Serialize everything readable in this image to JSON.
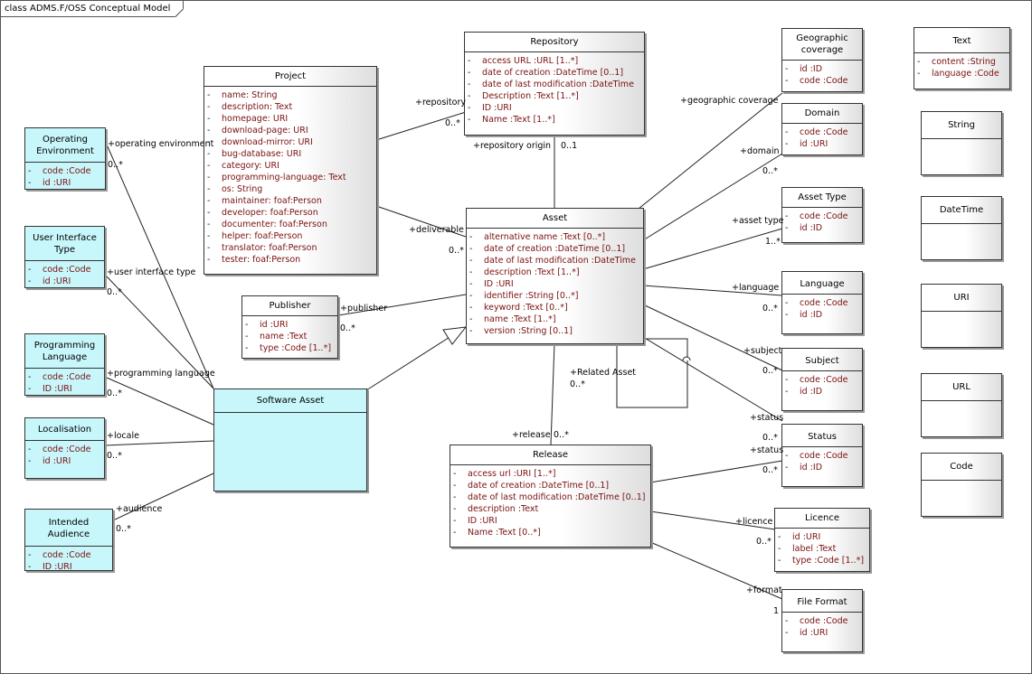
{
  "frame_title": "class ADMS.F/OSS Conceptual Model",
  "classes": {
    "project": {
      "name": "Project",
      "attrs": [
        "name: String",
        "description: Text",
        "homepage: URI",
        "download-page: URI",
        "download-mirror: URI",
        "bug-database: URI",
        "category: URI",
        "programming-language: Text",
        "os: String",
        "maintainer: foaf:Person",
        "developer: foaf:Person",
        "documenter: foaf:Person",
        "helper: foaf:Person",
        "translator: foaf:Person",
        "tester: foaf:Person"
      ]
    },
    "repository": {
      "name": "Repository",
      "attrs": [
        "access URL  :URL [1..*]",
        "date of creation  :DateTime [0..1]",
        "date of last modification  :DateTime",
        "Description  :Text [1..*]",
        "ID  :URI",
        "Name  :Text [1..*]"
      ]
    },
    "asset": {
      "name": "Asset",
      "attrs": [
        "alternative name  :Text [0..*]",
        "date of creation  :DateTime [0..1]",
        "date of last modification  :DateTime",
        "description  :Text [1..*]",
        "ID  :URI",
        "identifier  :String [0..*]",
        "keyword  :Text [0..*]",
        "name  :Text [1..*]",
        "version  :String [0..1]"
      ]
    },
    "publisher": {
      "name": "Publisher",
      "attrs": [
        "id  :URI",
        "name  :Text",
        "type  :Code [1..*]"
      ]
    },
    "release": {
      "name": "Release",
      "attrs": [
        "access url  :URI [1..*]",
        "date of creation  :DateTime [0..1]",
        "date of last modification  :DateTime [0..1]",
        "description  :Text",
        "ID  :URI",
        "Name  :Text [0..*]"
      ]
    },
    "software_asset": {
      "name": "Software Asset",
      "attrs": []
    },
    "operating_environment": {
      "name": "Operating Environment",
      "attrs": [
        "code  :Code",
        "id  :URI"
      ]
    },
    "user_interface_type": {
      "name": "User Interface Type",
      "attrs": [
        "code  :Code",
        "id  :URI"
      ]
    },
    "programming_language": {
      "name": "Programming Language",
      "attrs": [
        "code  :Code",
        "ID  :URI"
      ]
    },
    "localisation": {
      "name": "Localisation",
      "attrs": [
        "code  :Code",
        "id  :URI"
      ]
    },
    "intended_audience": {
      "name": "Intended Audience",
      "attrs": [
        "code  :Code",
        "ID  :URI"
      ]
    },
    "geographic_coverage": {
      "name": "Geographic coverage",
      "attrs": [
        "id  :ID",
        "code  :Code"
      ]
    },
    "domain": {
      "name": "Domain",
      "attrs": [
        "code  :Code",
        "id  :URI"
      ]
    },
    "asset_type": {
      "name": "Asset Type",
      "attrs": [
        "code  :Code",
        "id  :ID"
      ]
    },
    "language": {
      "name": "Language",
      "attrs": [
        "code  :Code",
        "id  :ID"
      ]
    },
    "subject": {
      "name": "Subject",
      "attrs": [
        "code  :Code",
        "id  :ID"
      ]
    },
    "status": {
      "name": "Status",
      "attrs": [
        "code  :Code",
        "id  :ID"
      ]
    },
    "licence": {
      "name": "Licence",
      "attrs": [
        "id  :URI",
        "label  :Text",
        "type  :Code [1..*]"
      ]
    },
    "file_format": {
      "name": "File Format",
      "attrs": [
        "code  :Code",
        "id  :URI"
      ]
    },
    "text": {
      "name": "Text",
      "attrs": [
        "content  :String",
        "language  :Code"
      ]
    },
    "string": {
      "name": "String",
      "attrs": []
    },
    "datetime": {
      "name": "DateTime",
      "attrs": []
    },
    "uri": {
      "name": "URI",
      "attrs": []
    },
    "url": {
      "name": "URL",
      "attrs": []
    },
    "code": {
      "name": "Code",
      "attrs": []
    }
  },
  "labels": {
    "repository_role": "+repository",
    "repository_mult": "0..*",
    "repository_origin": "+repository origin",
    "repository_origin_mult": "0..1",
    "deliverable": "+deliverable",
    "deliverable_mult": "0..*",
    "geographic_coverage": "+geographic coverage",
    "domain": "+domain",
    "domain_mult": "0..*",
    "asset_type": "+asset type",
    "asset_type_mult": "1..*",
    "language": "+language",
    "language_mult": "0..*",
    "subject": "+subject",
    "subject_mult": "0..*",
    "status_asset": "+status",
    "status_asset_mult": "0..*",
    "status_release": "+status",
    "status_release_mult": "0..*",
    "publisher": "+publisher",
    "publisher_mult": "0..*",
    "related_asset": "+Related Asset",
    "related_asset_mult": "0..*",
    "release": "+release",
    "release_mult": "0..*",
    "licence": "+licence",
    "licence_mult": "0..*",
    "format": "+format",
    "format_mult": "1",
    "operating_environment": "+operating environment",
    "operating_environment_mult": "0..*",
    "user_interface_type": "+user interface type",
    "user_interface_type_mult": "0..*",
    "programming_language": "+programming language",
    "programming_language_mult": "0..*",
    "locale": "+locale",
    "locale_mult": "0..*",
    "audience": "+audience",
    "audience_mult": "0..*"
  }
}
